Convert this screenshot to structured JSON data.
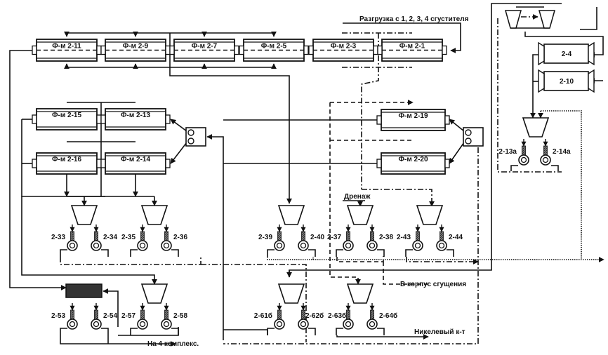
{
  "filters_top": [
    "Ф-м 2-11",
    "Ф-м 2-9",
    "Ф-м 2-7",
    "Ф-м 2-5",
    "Ф-м 2-3",
    "Ф-м 2-1"
  ],
  "filters_left": [
    "Ф-м 2-15",
    "Ф-м 2-13",
    "Ф-м 2-16",
    "Ф-м 2-14"
  ],
  "filters_right": [
    "Ф-м 2-19",
    "Ф-м 2-20"
  ],
  "units_right": [
    "2-4",
    "2-10"
  ],
  "pumps": [
    "2-33",
    "2-34",
    "2-35",
    "2-36",
    "2-39",
    "2-40",
    "2-37",
    "2-38",
    "2-43",
    "2-44",
    "2-53",
    "2-54",
    "2-57",
    "2-58",
    "2-61б",
    "2-62б",
    "2-63б",
    "2-64б",
    "2-13а",
    "2-14а"
  ],
  "annotations": {
    "discharge": "Разгрузка с  1, 2, 3, 4 сгустителя",
    "drainage": "Дренаж",
    "to_thickening": "В корпус сгущения",
    "nickel": "Никелевый к-т",
    "to_complex": "На 4 комплекс."
  }
}
